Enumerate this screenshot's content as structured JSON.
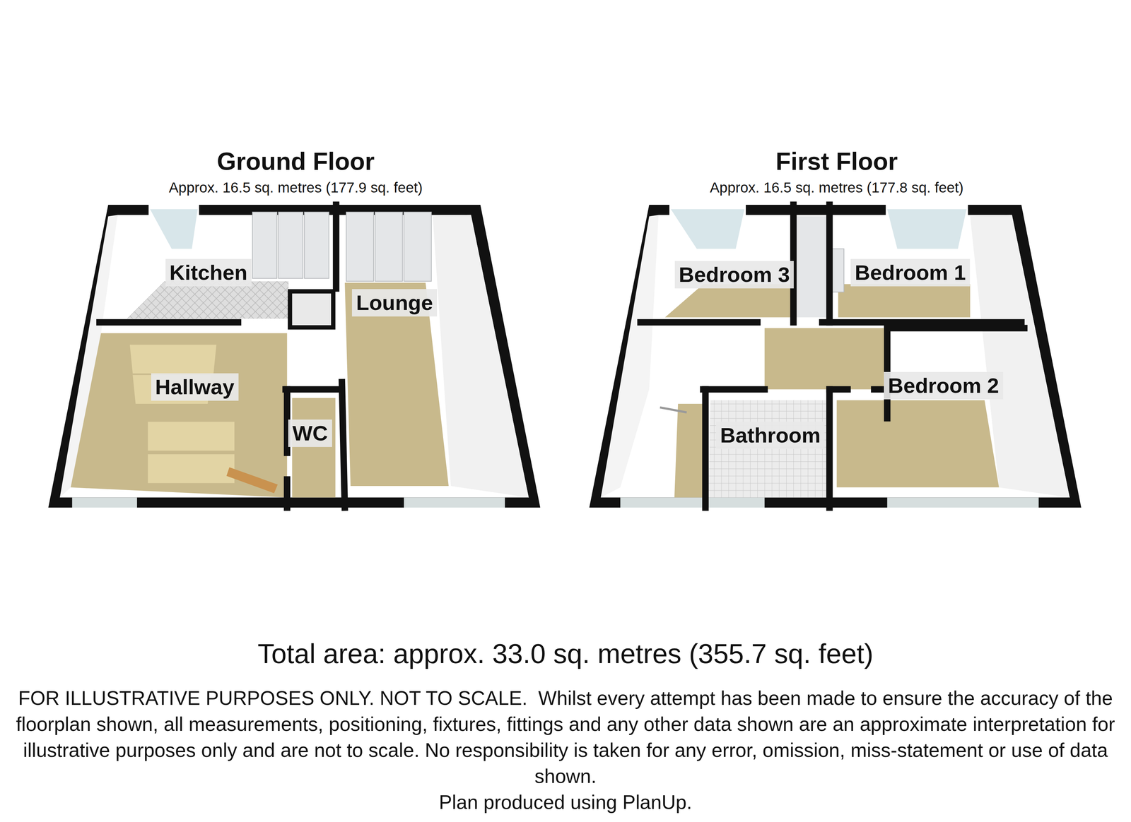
{
  "diagram": {
    "caption": "Total area: approx. 33.0 sq. metres (355.7 sq. feet)",
    "nodes": [
      {
        "text": [
          "Ground Floor",
          "Approx. 16.5 sq. metres (177.9 sq. feet)"
        ]
      },
      {
        "text": [
          "Kitchen"
        ],
        "in": 0
      },
      {
        "text": [
          "Lounge"
        ],
        "in": 0
      },
      {
        "text": [
          "Hallway"
        ],
        "in": 0
      },
      {
        "text": [
          "WC"
        ],
        "in": 0
      },
      {
        "text": [
          "First Floor",
          "Approx. 16.5 sq. metres (177.8 sq. feet)"
        ]
      },
      {
        "text": [
          "Bedroom 3"
        ],
        "in": 5
      },
      {
        "text": [
          "Bedroom 1"
        ],
        "in": 5
      },
      {
        "text": [
          "Bedroom 2"
        ],
        "in": 5
      },
      {
        "text": [
          "Bathroom"
        ],
        "in": 5
      }
    ],
    "labels": [
      "FOR ILLUSTRATIVE PURPOSES ONLY. NOT TO SCALE.  Whilst every attempt has been made to ensure the accuracy of the floorplan shown, all measurements, positioning, fixtures, fittings and any other data shown are an approximate interpretation for illustrative purposes only and are not to scale. No responsibility is taken for any error, omission, miss-statement or use of data shown.",
      "Plan produced using PlanUp."
    ]
  }
}
